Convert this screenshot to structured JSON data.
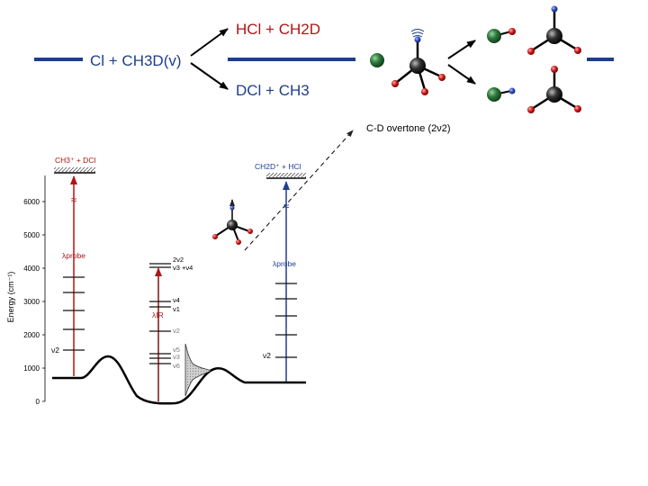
{
  "reaction": {
    "reactant_label": "Cl + CH3D(v)",
    "product_top": "HCl + CH2D",
    "product_bottom": "DCl + CH3",
    "overtone_label": "C-D overtone (2ν2)"
  },
  "energy_diagram": {
    "y_axis_label": "Energy (cm⁻¹)",
    "y_ticks": [
      "0",
      "1000",
      "2000",
      "3000",
      "4000",
      "5000",
      "6000"
    ],
    "left_channel": {
      "threshold_label": "CH3⁺ + DCl",
      "probe_label": "λprobe",
      "level_label": "ν2",
      "color": "#b01515"
    },
    "center_levels": {
      "ir_label": "λIR",
      "labels": [
        "2ν2",
        "ν3 +ν4",
        "ν4",
        "ν1",
        "ν2",
        "ν5",
        "ν3",
        "ν6"
      ]
    },
    "right_channel": {
      "threshold_label": "CH2D⁺ + HCl",
      "probe_label": "λprobe",
      "level_label": "ν2",
      "color": "#1f3f8f"
    }
  },
  "colors": {
    "accent_blue": "#1d3f8a",
    "accent_red": "#b01515",
    "sphere_green": "#2e6e3a",
    "sphere_black": "#222222",
    "atom_red": "#d02020",
    "atom_blue": "#3050c0"
  }
}
